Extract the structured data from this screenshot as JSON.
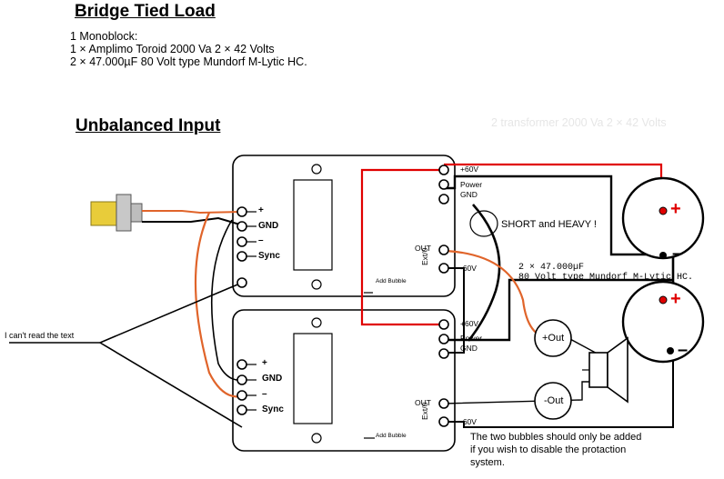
{
  "title": "Bridge Tied Load",
  "specs": [
    "1 Monoblock:",
    "1 × Amplimo Toroid 2000 Va 2 × 42 Volts",
    "2 × 47.000µF 80 Volt type Mundorf M-Lytic HC."
  ],
  "faded_text": "2 transformer 2000 Va 2 × 42 Volts",
  "subtitle": "Unbalanced Input",
  "module_top": {
    "left_labels": [
      "+",
      "GND",
      "–",
      "Sync"
    ],
    "right_labels": [
      "+60V",
      "Power",
      "GND",
      "OUT",
      "Ext/0",
      "-60V"
    ],
    "bubbles_label": "Add Bubble"
  },
  "module_bottom": {
    "left_labels": [
      "+",
      "GND",
      "–",
      "Sync"
    ],
    "right_labels": [
      "+60V",
      "Power",
      "GND",
      "OUT",
      "Ext/0",
      "-60V"
    ],
    "bubbles_label": "Add Bubble"
  },
  "annotations": {
    "short_heavy": "SHORT and HEAVY !",
    "cap_spec_line1": "2 × 47.000µF",
    "cap_spec_line2": "80 Volt type Mundorf M-Lytic HC.",
    "cant_read": "I can't read the text",
    "plus_out": "+Out",
    "minus_out": "-Out",
    "footnote_line1": "The two bubbles should only be added",
    "footnote_line2": "if you wish to disable the protaction",
    "footnote_line3": "system.",
    "cap_plus": "+",
    "cap_minus": "–"
  },
  "colors": {
    "red_wire": "#e00000",
    "orange_wire": "#e0642a",
    "black_wire": "#000000"
  }
}
